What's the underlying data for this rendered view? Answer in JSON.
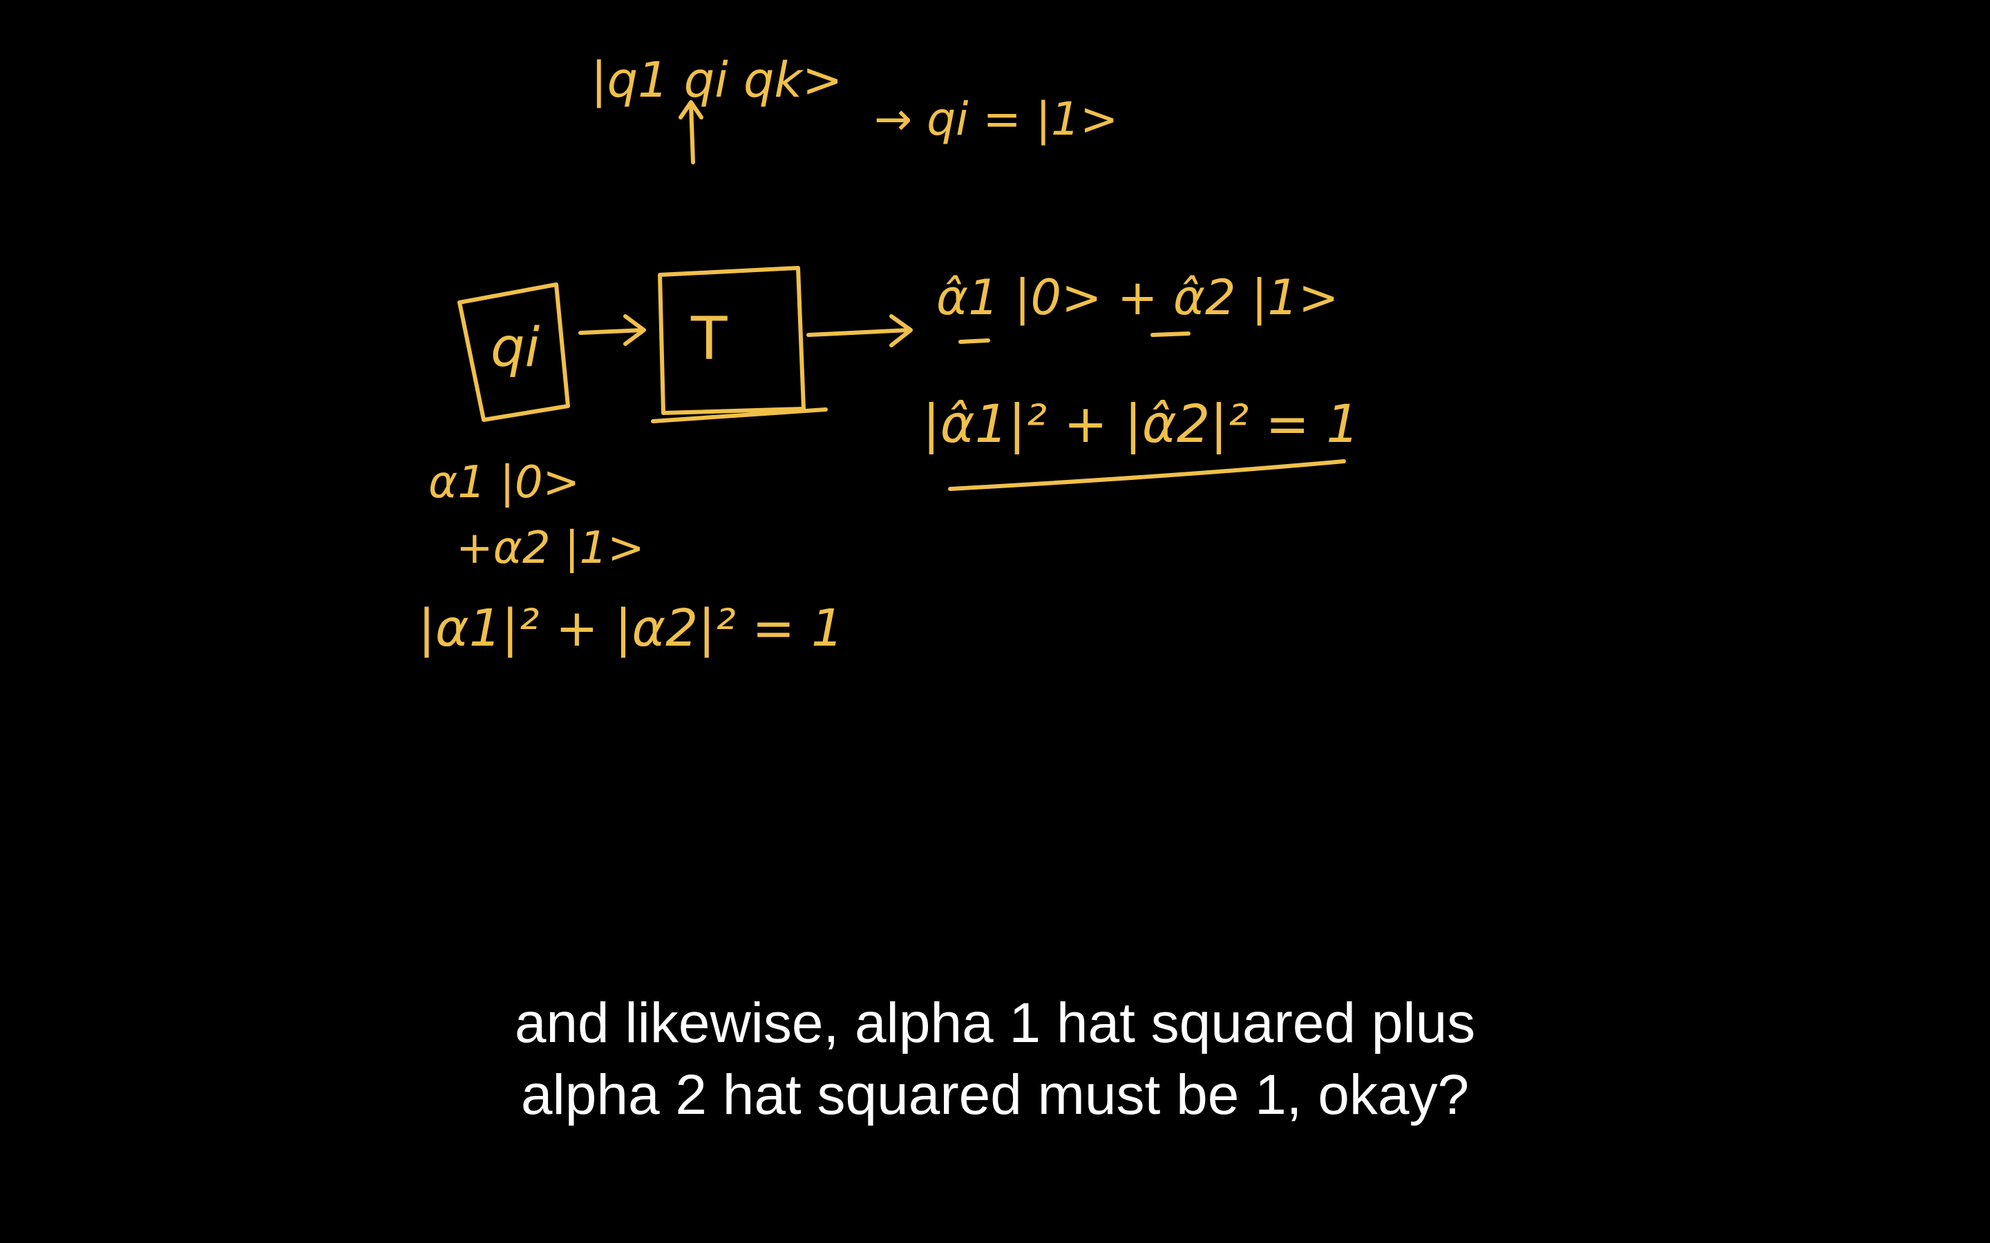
{
  "video": {
    "whiteboard": {
      "ink_color": "#f0c04a",
      "background_color": "#000000",
      "top_ket": "|q1 qi qk>",
      "top_result": "→ qi = |1>",
      "input_box_label": "qi",
      "gate_box_label": "T",
      "output_state": "α̂1 |0> + α̂2 |1>",
      "output_normalization": "|α̂1|² + |α̂2|² = 1",
      "input_state_line1": "α1 |0>",
      "input_state_line2": "+α2 |1>",
      "input_normalization": "|α1|² + |α2|² = 1"
    },
    "caption": {
      "line1": "and likewise, alpha 1 hat squared plus",
      "line2": "alpha 2 hat squared must be 1, okay?",
      "text_color": "#ffffff"
    }
  }
}
